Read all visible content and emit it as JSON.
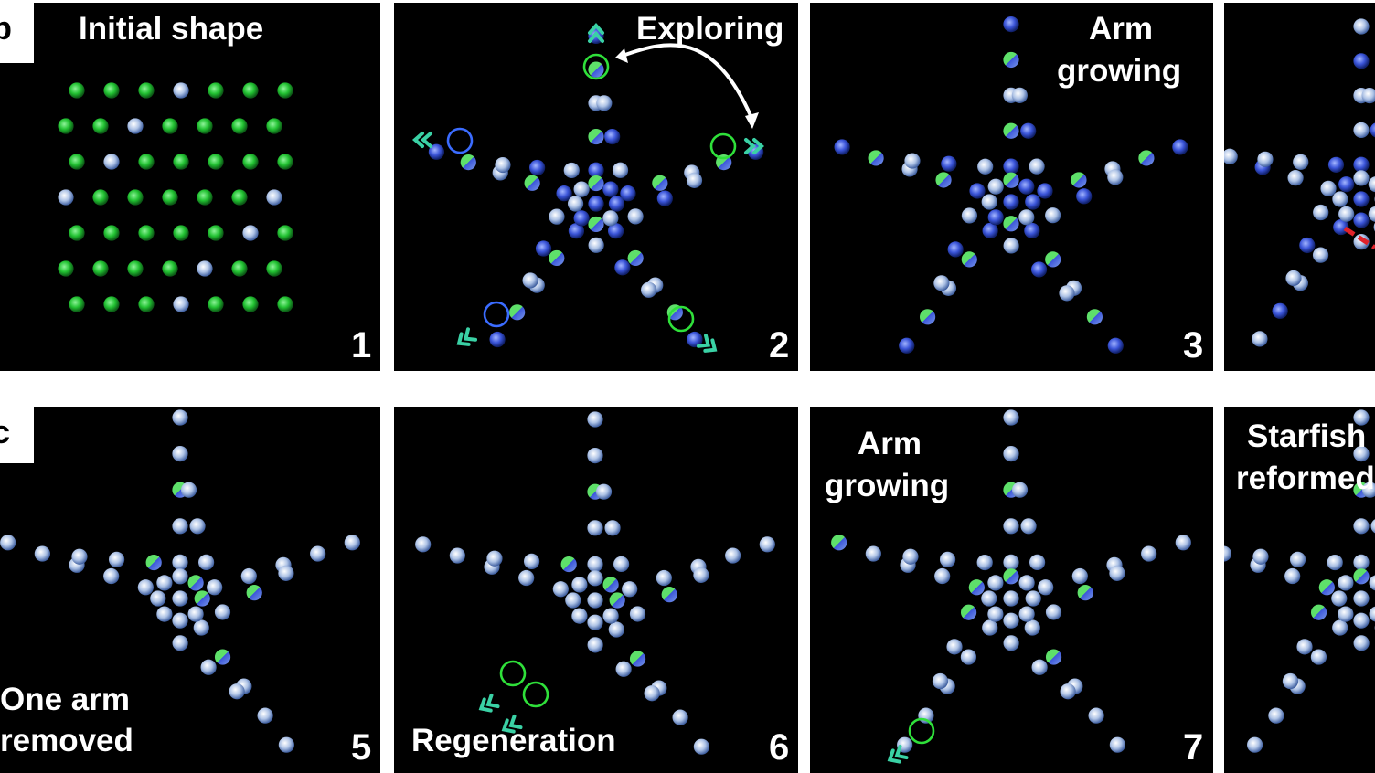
{
  "figure": {
    "panel_letters": {
      "top": "b",
      "bottom": "c"
    },
    "colors": {
      "background": "#000000",
      "robot_green": "#22c232",
      "robot_blue": "#3b55d9",
      "robot_light": "#aec3e6",
      "arrow_teal": "#3ad1a5",
      "ring_green": "#2fe03a",
      "ring_blue": "#3b6cff",
      "cut_red": "#e0222a"
    },
    "panels": [
      {
        "id": "p1",
        "number": "1",
        "title": [
          "Initial shape"
        ],
        "robot_state": "green"
      },
      {
        "id": "p2",
        "number": "2",
        "title": [
          "Exploring"
        ],
        "robot_state": "mixed",
        "icons": [
          "chevron-arrow-icon",
          "curved-arrow-icon",
          "ring-icon"
        ]
      },
      {
        "id": "p3",
        "number": "3",
        "title": [
          "Arm",
          "growing"
        ],
        "robot_state": "mixed"
      },
      {
        "id": "p4",
        "number": "",
        "title": [],
        "robot_state": "blue",
        "icons": [
          "cut-line-icon"
        ]
      },
      {
        "id": "p5",
        "number": "5",
        "title": [
          "One arm",
          "removed"
        ],
        "robot_state": "light"
      },
      {
        "id": "p6",
        "number": "6",
        "title": [
          "Regeneration"
        ],
        "robot_state": "light",
        "icons": [
          "chevron-arrow-icon",
          "ring-icon"
        ]
      },
      {
        "id": "p7",
        "number": "7",
        "title": [
          "Arm",
          "growing"
        ],
        "robot_state": "light",
        "icons": [
          "chevron-arrow-icon",
          "ring-icon"
        ]
      },
      {
        "id": "p8",
        "number": "",
        "title": [
          "Starfish",
          "reformed"
        ],
        "robot_state": "light"
      }
    ]
  }
}
